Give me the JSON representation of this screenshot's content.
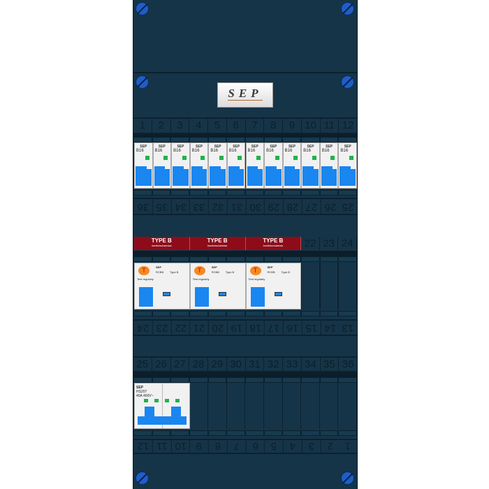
{
  "brand": "SEP",
  "row1": {
    "numbers": [
      "1",
      "2",
      "3",
      "4",
      "5",
      "6",
      "7",
      "8",
      "9",
      "10",
      "11",
      "12"
    ],
    "flipped_numbers": [
      "36",
      "35",
      "34",
      "33",
      "32",
      "31",
      "30",
      "29",
      "28",
      "27",
      "26",
      "25"
    ],
    "breakers": [
      {
        "rating": "B16"
      },
      {
        "rating": "B16"
      },
      {
        "rating": "B16"
      },
      {
        "rating": "B16"
      },
      {
        "rating": "B16"
      },
      {
        "rating": "B16"
      },
      {
        "rating": "B16"
      },
      {
        "rating": "B16"
      },
      {
        "rating": "B16"
      },
      {
        "rating": "B16"
      },
      {
        "rating": "B16"
      },
      {
        "rating": "B16"
      }
    ]
  },
  "row2": {
    "labels": [
      {
        "title": "TYPE B",
        "sub": "Aardlekschakelaar"
      },
      {
        "title": "TYPE B",
        "sub": "Aardlekschakelaar"
      },
      {
        "title": "TYPE B",
        "sub": "Aardlekschakelaar"
      }
    ],
    "numbers": [
      "22",
      "23",
      "24"
    ],
    "flipped_numbers": [
      "24",
      "23",
      "22",
      "21",
      "20",
      "19",
      "18",
      "17",
      "16",
      "15",
      "14",
      "13"
    ],
    "rcd_model": "RCBB",
    "rcd_test": "Test regularly",
    "rcd_type": "Type B"
  },
  "row3": {
    "numbers": [
      "25",
      "26",
      "27",
      "28",
      "29",
      "30",
      "31",
      "32",
      "33",
      "34",
      "35",
      "36"
    ],
    "flipped_numbers": [
      "12",
      "11",
      "10",
      "9",
      "8",
      "7",
      "6",
      "5",
      "4",
      "3",
      "2",
      "1"
    ],
    "main_switch": "HS207",
    "main_rating": "40A 400V~"
  },
  "colors": {
    "panel": "#163447",
    "accent_red": "#8e0c1a",
    "toggle_blue": "#1a86f0",
    "screw": "#1f5ec4"
  }
}
